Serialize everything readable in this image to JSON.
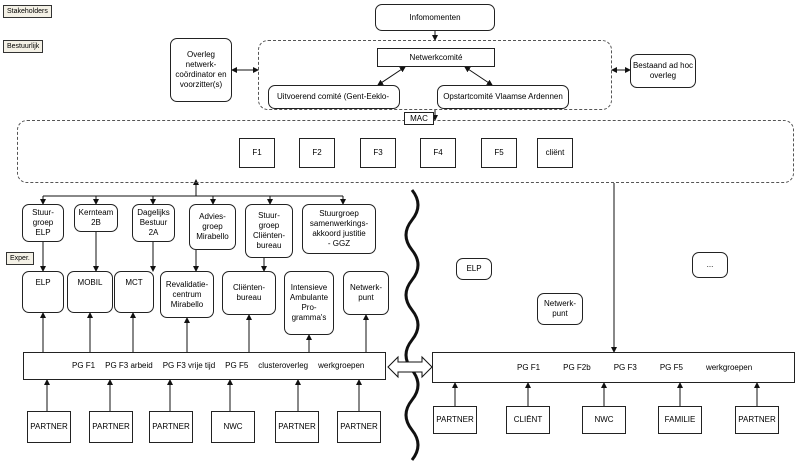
{
  "tags": {
    "stakeholders": "Stakeholders",
    "bestuurlijk": "Bestuurlijk",
    "exper": "Exper."
  },
  "top": {
    "infomomenten": "Infomomenten",
    "overleg": "Overleg\nnetwerk-\ncoördinator en\nvoorzitter(s)",
    "netwerkcomite": "Netwerkcomité",
    "uitvoerend": "Uitvoerend comité (Gent-Eeklo-",
    "opstart": "Opstartcomité Vlaamse Ardennen",
    "bestaand": "Bestaand ad hoc\noverleg"
  },
  "mac": {
    "label": "MAC",
    "functions": [
      "F1",
      "F2",
      "F3",
      "F4",
      "F5",
      "cliënt"
    ]
  },
  "groups": [
    "Stuur-\ngroep\nELP",
    "Kernteam\n2B",
    "Dagelijks\nBestuur\n2A",
    "Advies-\ngroep\nMirabello",
    "Stuur-\ngroep\nCliënten-\nbureau",
    "Stuurgroep\nsamenwerkings-\nakkoord justitie\n- GGZ"
  ],
  "teams": [
    "ELP",
    "MOBIL",
    "MCT",
    "Revalidatie-\ncentrum\nMirabello",
    "Cliënten-\nbureau",
    "Intensieve\nAmbulante\nPro-\ngramma's",
    "Netwerk-\npunt"
  ],
  "left_bar": [
    "PG F1",
    "PG F3 arbeid",
    "PG F3 vrije tijd",
    "PG F5",
    "clusteroverleg",
    "werkgroepen"
  ],
  "left_partners": [
    "PARTNER",
    "PARTNER",
    "PARTNER",
    "NWC",
    "PARTNER",
    "PARTNER"
  ],
  "right": {
    "elp": "ELP",
    "dots": "...",
    "netwerkpunt": "Netwerk-\npunt",
    "bar": [
      "PG F1",
      "PG F2b",
      "PG F3",
      "PG F5",
      "werkgroepen"
    ],
    "partners": [
      "PARTNER",
      "CLIËNT",
      "NWC",
      "FAMILIE",
      "PARTNER"
    ]
  }
}
